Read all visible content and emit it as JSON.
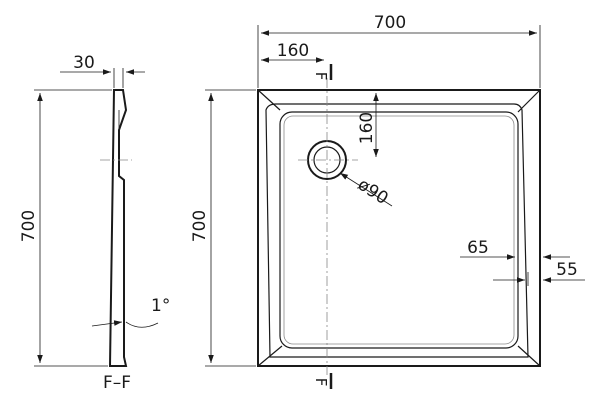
{
  "dimensions": {
    "overall_width": "700",
    "drain_offset_x": "160",
    "drain_offset_y": "160",
    "drain_diameter": "ø90",
    "rim_inner": "65",
    "rim_outer": "55",
    "side_height": "700",
    "section_height": "700",
    "section_thickness": "30",
    "slope": "1°"
  },
  "labels": {
    "section_name": "F–F",
    "cut_mark_top": "F",
    "cut_mark_bottom": "F"
  }
}
